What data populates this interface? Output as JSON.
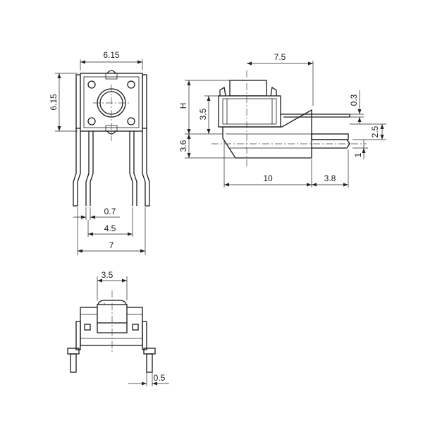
{
  "top_view": {
    "dim_width": "6.15",
    "dim_height": "6.15",
    "dim_pin_width": "0.7",
    "dim_pin_spacing": "4.5",
    "dim_overall": "7"
  },
  "side_view": {
    "dim_length": "7.5",
    "dim_h": "H",
    "dim_body_height": "3.5",
    "dim_base_height": "3.6",
    "dim_lead_thickness": "0.3",
    "dim_pin_pitch": "2.5",
    "dim_pin_offset": "1",
    "dim_body_length": "10",
    "dim_lead_length": "3.8"
  },
  "bottom_view": {
    "dim_actuator_width": "3.5",
    "dim_pin_thickness": "0.5"
  }
}
